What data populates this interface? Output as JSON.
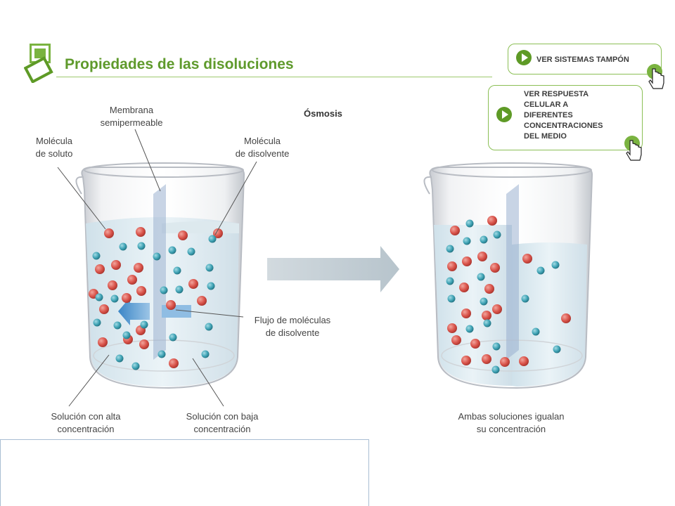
{
  "header": {
    "title": "Propiedades de las disoluciones"
  },
  "buttons": {
    "tampon": "VER SISTEMAS TAMPÓN",
    "respuesta": [
      "VER RESPUESTA",
      "CELULAR A",
      "DIFERENTES",
      "CONCENTRACIONES",
      "DEL MEDIO"
    ]
  },
  "diagram": {
    "heading": "Ósmosis",
    "labels": {
      "membrane": [
        "Membrana",
        "semipermeable"
      ],
      "solute": [
        "Molécula",
        "de soluto"
      ],
      "solvent": [
        "Molécula",
        "de disolvente"
      ],
      "flow": [
        "Flujo de moléculas",
        "de disolvente"
      ],
      "high": [
        "Solución con alta",
        "concentración"
      ],
      "low": [
        "Solución con baja",
        "concentración"
      ],
      "equal": [
        "Ambas soluciones igualan",
        "su concentración"
      ]
    }
  },
  "colors": {
    "accent": "#5f9a2c",
    "solute": "#d9534a",
    "solvent": "#3fa3b5"
  },
  "icons": [
    "logo-icon",
    "play-icon",
    "hand-cursor-icon",
    "arrow-right-icon",
    "arrow-left-icon"
  ]
}
